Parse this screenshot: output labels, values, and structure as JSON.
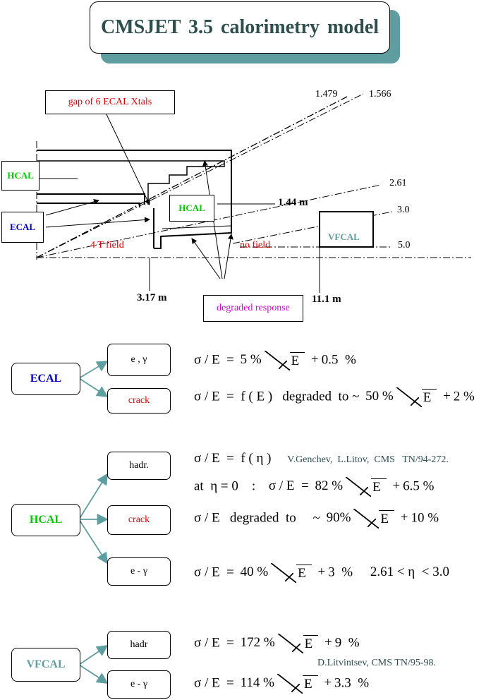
{
  "title": "CMSJET 3.5 calorimetry model",
  "diagram": {
    "gap_label": "gap of 6 ECAL Xtals",
    "hcal_label": "HCAL",
    "ecal_label": "ECAL",
    "hcal_inner_label": "HCAL",
    "vfcal_label": "VFCAL",
    "field_4t": "4 T field",
    "no_field": "no field",
    "r_144": "1.44 m",
    "z_317": "3.17 m",
    "z_111": "11.1 m",
    "degraded": "degraded response",
    "eta_1479": "1.479",
    "eta_1566": "1.566",
    "eta_261": "2.61",
    "eta_30": "3.0",
    "eta_50": "5.0"
  },
  "ecal": {
    "label": "ECAL",
    "branches": [
      "e , γ",
      "crack"
    ],
    "f1": {
      "lhs": "σ / E  =",
      "stoch": "5 %",
      "sqrt": "E",
      "plus": "+",
      "const": "0.5  %"
    },
    "f2": {
      "lhs": "σ / E  =  f ( E )   degraded  to ~",
      "stoch": "50 %",
      "sqrt": "E",
      "plus": "+",
      "const": "2 %"
    }
  },
  "hcal": {
    "label": "HCAL",
    "branches": [
      "hadr.",
      "crack",
      "e -  γ"
    ],
    "f1": {
      "lhs": "σ / E  =  f ( η )",
      "ref": "V.Genchev,  L.Litov,  CMS   TN/94-272."
    },
    "f2": {
      "lhs": "at  η = 0    :",
      "mid": "σ / E  =",
      "stoch": "82 %",
      "sqrt": "E",
      "plus": "+",
      "const": "6.5 %"
    },
    "f3": {
      "lhs": "σ / E   degraded  to     ~",
      "stoch": "90%",
      "sqrt": "E",
      "plus": "+",
      "const": "10 %"
    },
    "f4": {
      "lhs": "σ / E  =",
      "stoch": "40 %",
      "sqrt": "E",
      "plus": "+",
      "const": "3  %",
      "range": "2.61 < η  < 3.0"
    }
  },
  "vfcal": {
    "label": "VFCAL",
    "branches": [
      "hadr",
      "e -  γ"
    ],
    "f1": {
      "lhs": "σ / E  =",
      "stoch": "172 %",
      "sqrt": "E",
      "plus": "+",
      "const": "9  %"
    },
    "ref": "D.Litvintsev,   CMS   TN/95-98.",
    "f2": {
      "lhs": "σ / E  =",
      "stoch": "114 %",
      "sqrt": "E",
      "plus": "+",
      "const": "3.3  %"
    }
  },
  "colors": {
    "title": "#2f4f4f",
    "shadow": "#5f9ea0",
    "hcal": "#00cc00",
    "ecal": "#0000cc",
    "red": "#e00000",
    "vfcal": "#5f9ea0",
    "magenta": "#e000e0",
    "arrow": "#5f9ea0"
  }
}
